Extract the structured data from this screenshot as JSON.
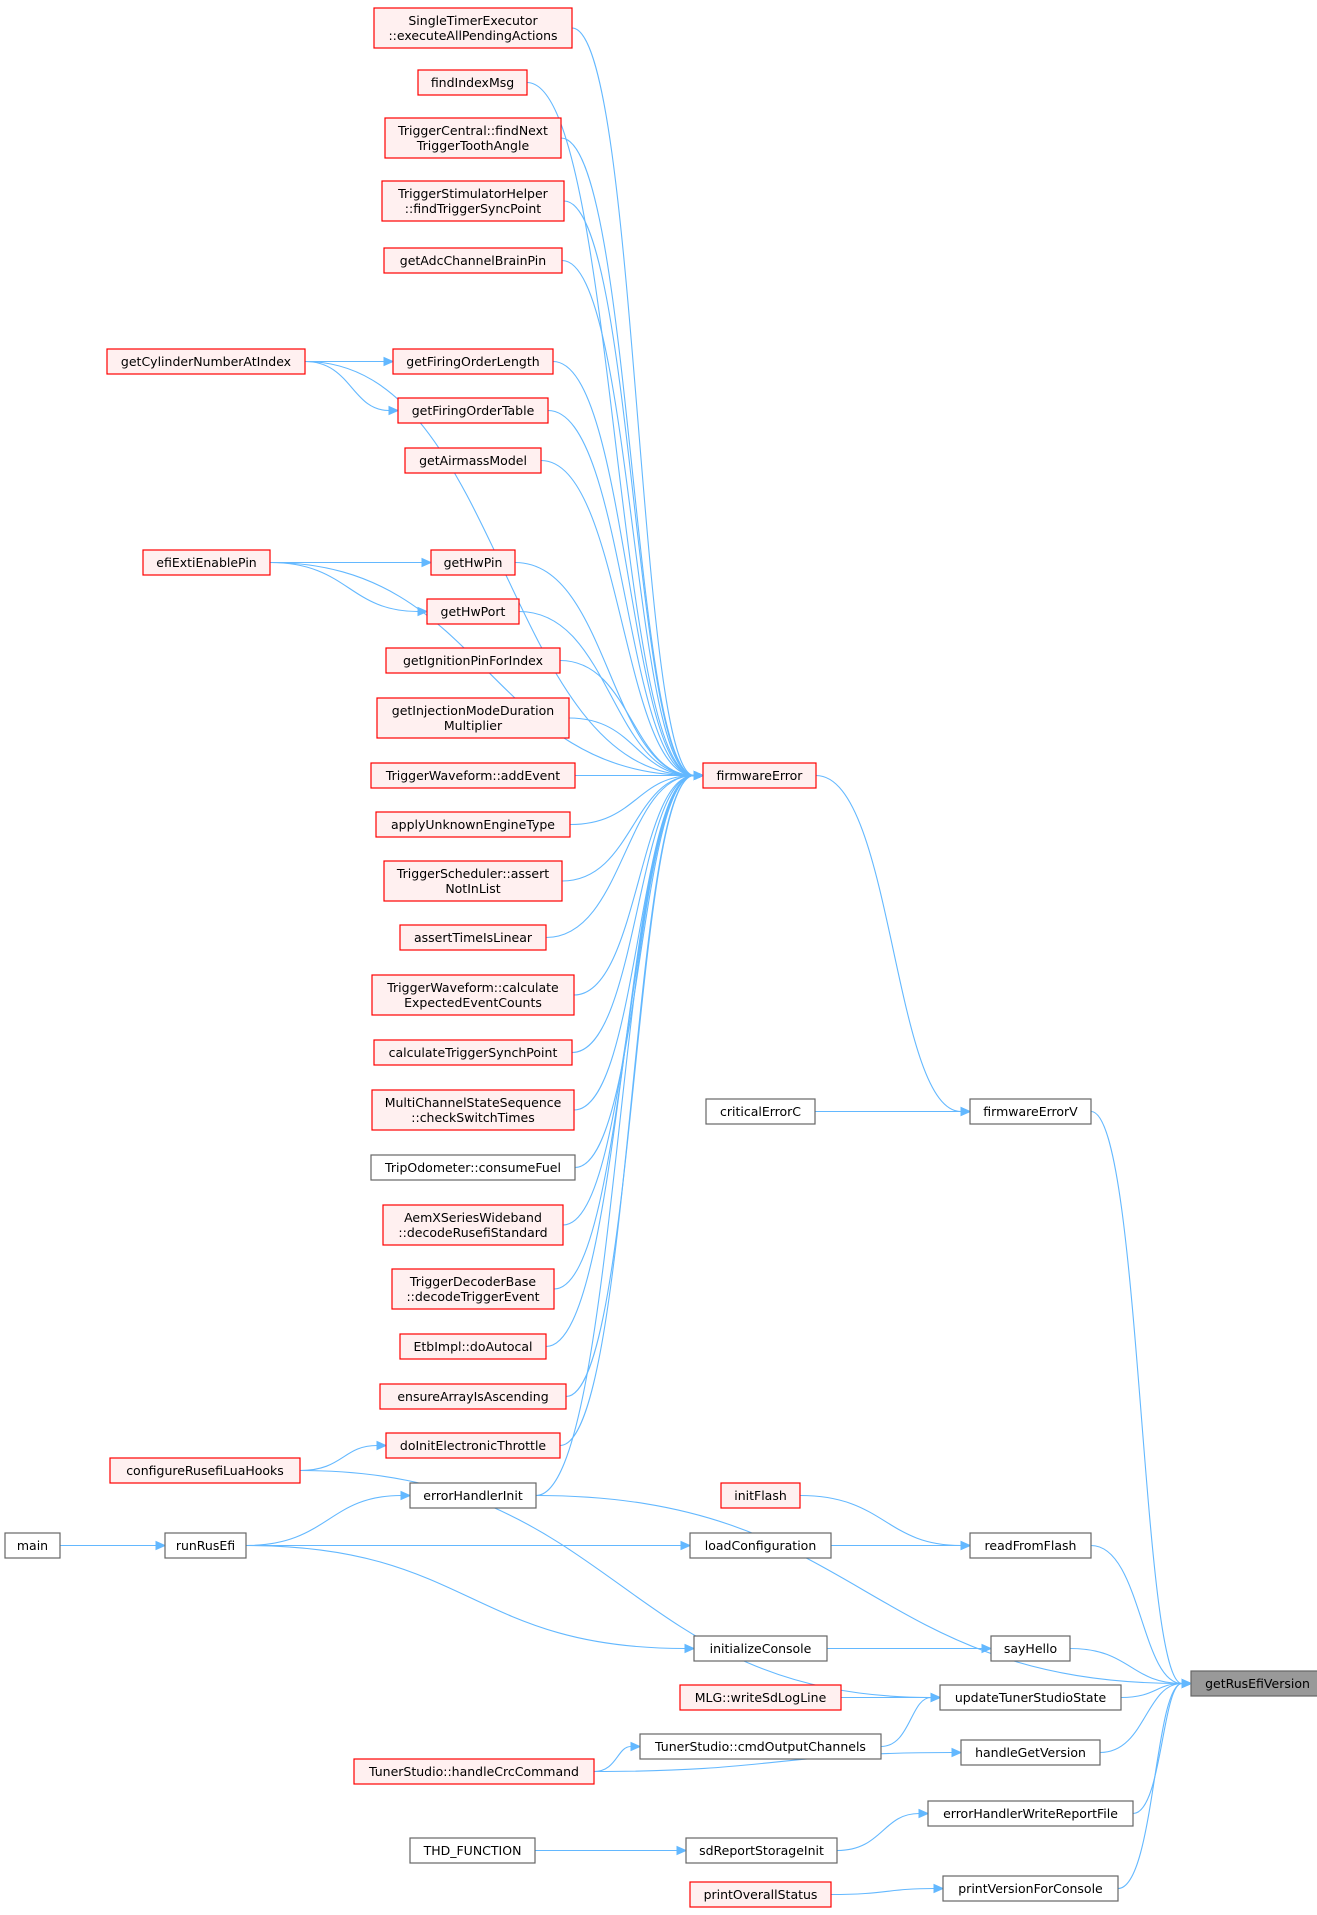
{
  "diagram": {
    "title": "",
    "colors": {
      "edge": "#63b8ff",
      "error_node_border": "#ff0000",
      "error_node_fill": "#fff0f0",
      "plain_node_border": "#666666",
      "plain_node_fill": "#ffffff",
      "root_node_fill": "#999999"
    },
    "nodes": [
      {
        "id": "getRusEfiVersion",
        "lines": [
          "getRusEfiVersion"
        ],
        "style": "root"
      },
      {
        "id": "firmwareError",
        "lines": [
          "firmwareError"
        ],
        "style": "red"
      },
      {
        "id": "firmwareErrorV",
        "lines": [
          "firmwareErrorV"
        ],
        "style": "gray"
      },
      {
        "id": "criticalErrorC",
        "lines": [
          "criticalErrorC"
        ],
        "style": "gray"
      },
      {
        "id": "errorHandlerInit",
        "lines": [
          "errorHandlerInit"
        ],
        "style": "gray"
      },
      {
        "id": "readFromFlash",
        "lines": [
          "readFromFlash"
        ],
        "style": "gray"
      },
      {
        "id": "initFlash",
        "lines": [
          "initFlash"
        ],
        "style": "red"
      },
      {
        "id": "loadConfiguration",
        "lines": [
          "loadConfiguration"
        ],
        "style": "gray"
      },
      {
        "id": "runRusEfi",
        "lines": [
          "runRusEfi"
        ],
        "style": "gray"
      },
      {
        "id": "main",
        "lines": [
          "main"
        ],
        "style": "gray"
      },
      {
        "id": "sayHello",
        "lines": [
          "sayHello"
        ],
        "style": "gray"
      },
      {
        "id": "initializeConsole",
        "lines": [
          "initializeConsole"
        ],
        "style": "gray"
      },
      {
        "id": "updateTunerStudioState",
        "lines": [
          "updateTunerStudioState"
        ],
        "style": "gray"
      },
      {
        "id": "MLGwriteSdLogLine",
        "lines": [
          "MLG::writeSdLogLine"
        ],
        "style": "red"
      },
      {
        "id": "cmdOutputChannels",
        "lines": [
          "TunerStudio::cmdOutputChannels"
        ],
        "style": "gray"
      },
      {
        "id": "handleCrcCommand",
        "lines": [
          "TunerStudio::handleCrcCommand"
        ],
        "style": "red"
      },
      {
        "id": "handleGetVersion",
        "lines": [
          "handleGetVersion"
        ],
        "style": "gray"
      },
      {
        "id": "errorHandlerWriteReportFile",
        "lines": [
          "errorHandlerWriteReportFile"
        ],
        "style": "gray"
      },
      {
        "id": "sdReportStorageInit",
        "lines": [
          "sdReportStorageInit"
        ],
        "style": "gray"
      },
      {
        "id": "THD_FUNCTION",
        "lines": [
          "THD_FUNCTION"
        ],
        "style": "gray"
      },
      {
        "id": "printVersionForConsole",
        "lines": [
          "printVersionForConsole"
        ],
        "style": "gray"
      },
      {
        "id": "printOverallStatus",
        "lines": [
          "printOverallStatus"
        ],
        "style": "red"
      },
      {
        "id": "executeAllPendingActions",
        "lines": [
          "SingleTimerExecutor",
          "::executeAllPendingActions"
        ],
        "style": "red"
      },
      {
        "id": "findIndexMsg",
        "lines": [
          "findIndexMsg"
        ],
        "style": "red"
      },
      {
        "id": "findNextTriggerToothAngle",
        "lines": [
          "TriggerCentral::findNext",
          "TriggerToothAngle"
        ],
        "style": "red"
      },
      {
        "id": "findTriggerSyncPoint",
        "lines": [
          "TriggerStimulatorHelper",
          "::findTriggerSyncPoint"
        ],
        "style": "red"
      },
      {
        "id": "getAdcChannelBrainPin",
        "lines": [
          "getAdcChannelBrainPin"
        ],
        "style": "red"
      },
      {
        "id": "getCylinderNumberAtIndex",
        "lines": [
          "getCylinderNumberAtIndex"
        ],
        "style": "red"
      },
      {
        "id": "getFiringOrderLength",
        "lines": [
          "getFiringOrderLength"
        ],
        "style": "red"
      },
      {
        "id": "getFiringOrderTable",
        "lines": [
          "getFiringOrderTable"
        ],
        "style": "red"
      },
      {
        "id": "getAirmassModel",
        "lines": [
          "getAirmassModel"
        ],
        "style": "red"
      },
      {
        "id": "efiExtiEnablePin",
        "lines": [
          "efiExtiEnablePin"
        ],
        "style": "red"
      },
      {
        "id": "getHwPin",
        "lines": [
          "getHwPin"
        ],
        "style": "red"
      },
      {
        "id": "getHwPort",
        "lines": [
          "getHwPort"
        ],
        "style": "red"
      },
      {
        "id": "getIgnitionPinForIndex",
        "lines": [
          "getIgnitionPinForIndex"
        ],
        "style": "red"
      },
      {
        "id": "getInjectionModeDurationMultiplier",
        "lines": [
          "getInjectionModeDuration",
          "Multiplier"
        ],
        "style": "red"
      },
      {
        "id": "addEvent",
        "lines": [
          "TriggerWaveform::addEvent"
        ],
        "style": "red"
      },
      {
        "id": "applyUnknownEngineType",
        "lines": [
          "applyUnknownEngineType"
        ],
        "style": "red"
      },
      {
        "id": "assertNotInList",
        "lines": [
          "TriggerScheduler::assert",
          "NotInList"
        ],
        "style": "red"
      },
      {
        "id": "assertTimeIsLinear",
        "lines": [
          "assertTimeIsLinear"
        ],
        "style": "red"
      },
      {
        "id": "calculateExpectedEventCounts",
        "lines": [
          "TriggerWaveform::calculate",
          "ExpectedEventCounts"
        ],
        "style": "red"
      },
      {
        "id": "calculateTriggerSynchPoint",
        "lines": [
          "calculateTriggerSynchPoint"
        ],
        "style": "red"
      },
      {
        "id": "checkSwitchTimes",
        "lines": [
          "MultiChannelStateSequence",
          "::checkSwitchTimes"
        ],
        "style": "red"
      },
      {
        "id": "consumeFuel",
        "lines": [
          "TripOdometer::consumeFuel"
        ],
        "style": "gray"
      },
      {
        "id": "decodeRusefiStandard",
        "lines": [
          "AemXSeriesWideband",
          "::decodeRusefiStandard"
        ],
        "style": "red"
      },
      {
        "id": "decodeTriggerEvent",
        "lines": [
          "TriggerDecoderBase",
          "::decodeTriggerEvent"
        ],
        "style": "red"
      },
      {
        "id": "doAutocal",
        "lines": [
          "EtbImpl::doAutocal"
        ],
        "style": "red"
      },
      {
        "id": "ensureArrayIsAscending",
        "lines": [
          "ensureArrayIsAscending"
        ],
        "style": "red"
      },
      {
        "id": "doInitElectronicThrottle",
        "lines": [
          "doInitElectronicThrottle"
        ],
        "style": "red"
      },
      {
        "id": "configureRusefiLuaHooks",
        "lines": [
          "configureRusefiLuaHooks"
        ],
        "style": "red"
      }
    ],
    "edges": [
      {
        "from": "firmwareError",
        "to": "executeAllPendingActions"
      },
      {
        "from": "firmwareError",
        "to": "findIndexMsg"
      },
      {
        "from": "firmwareError",
        "to": "findNextTriggerToothAngle"
      },
      {
        "from": "firmwareError",
        "to": "findTriggerSyncPoint"
      },
      {
        "from": "firmwareError",
        "to": "getAdcChannelBrainPin"
      },
      {
        "from": "firmwareError",
        "to": "getCylinderNumberAtIndex"
      },
      {
        "from": "firmwareError",
        "to": "getFiringOrderLength"
      },
      {
        "from": "firmwareError",
        "to": "getFiringOrderTable"
      },
      {
        "from": "firmwareError",
        "to": "getAirmassModel"
      },
      {
        "from": "firmwareError",
        "to": "efiExtiEnablePin"
      },
      {
        "from": "firmwareError",
        "to": "getHwPin"
      },
      {
        "from": "firmwareError",
        "to": "getHwPort"
      },
      {
        "from": "firmwareError",
        "to": "getIgnitionPinForIndex"
      },
      {
        "from": "firmwareError",
        "to": "getInjectionModeDurationMultiplier"
      },
      {
        "from": "firmwareError",
        "to": "addEvent"
      },
      {
        "from": "firmwareError",
        "to": "applyUnknownEngineType"
      },
      {
        "from": "firmwareError",
        "to": "assertNotInList"
      },
      {
        "from": "firmwareError",
        "to": "assertTimeIsLinear"
      },
      {
        "from": "firmwareError",
        "to": "calculateExpectedEventCounts"
      },
      {
        "from": "firmwareError",
        "to": "calculateTriggerSynchPoint"
      },
      {
        "from": "firmwareError",
        "to": "checkSwitchTimes"
      },
      {
        "from": "firmwareError",
        "to": "consumeFuel"
      },
      {
        "from": "firmwareError",
        "to": "decodeRusefiStandard"
      },
      {
        "from": "firmwareError",
        "to": "decodeTriggerEvent"
      },
      {
        "from": "firmwareError",
        "to": "doAutocal"
      },
      {
        "from": "firmwareError",
        "to": "ensureArrayIsAscending"
      },
      {
        "from": "firmwareError",
        "to": "doInitElectronicThrottle"
      },
      {
        "from": "firmwareError",
        "to": "errorHandlerInit"
      },
      {
        "from": "getFiringOrderLength",
        "to": "getCylinderNumberAtIndex"
      },
      {
        "from": "getFiringOrderTable",
        "to": "getCylinderNumberAtIndex"
      },
      {
        "from": "getHwPin",
        "to": "efiExtiEnablePin"
      },
      {
        "from": "getHwPort",
        "to": "efiExtiEnablePin"
      },
      {
        "from": "doInitElectronicThrottle",
        "to": "configureRusefiLuaHooks"
      },
      {
        "from": "firmwareErrorV",
        "to": "firmwareError"
      },
      {
        "from": "firmwareErrorV",
        "to": "criticalErrorC"
      },
      {
        "from": "getRusEfiVersion",
        "to": "firmwareErrorV"
      },
      {
        "from": "getRusEfiVersion",
        "to": "errorHandlerInit"
      },
      {
        "from": "errorHandlerInit",
        "to": "runRusEfi"
      },
      {
        "from": "runRusEfi",
        "to": "main"
      },
      {
        "from": "getRusEfiVersion",
        "to": "readFromFlash"
      },
      {
        "from": "readFromFlash",
        "to": "initFlash"
      },
      {
        "from": "readFromFlash",
        "to": "loadConfiguration"
      },
      {
        "from": "loadConfiguration",
        "to": "runRusEfi"
      },
      {
        "from": "getRusEfiVersion",
        "to": "sayHello"
      },
      {
        "from": "sayHello",
        "to": "initializeConsole"
      },
      {
        "from": "initializeConsole",
        "to": "runRusEfi"
      },
      {
        "from": "getRusEfiVersion",
        "to": "updateTunerStudioState"
      },
      {
        "from": "updateTunerStudioState",
        "to": "configureRusefiLuaHooks"
      },
      {
        "from": "updateTunerStudioState",
        "to": "MLGwriteSdLogLine"
      },
      {
        "from": "updateTunerStudioState",
        "to": "cmdOutputChannels"
      },
      {
        "from": "cmdOutputChannels",
        "to": "handleCrcCommand"
      },
      {
        "from": "getRusEfiVersion",
        "to": "handleGetVersion"
      },
      {
        "from": "handleGetVersion",
        "to": "handleCrcCommand"
      },
      {
        "from": "getRusEfiVersion",
        "to": "errorHandlerWriteReportFile"
      },
      {
        "from": "errorHandlerWriteReportFile",
        "to": "sdReportStorageInit"
      },
      {
        "from": "sdReportStorageInit",
        "to": "THD_FUNCTION"
      },
      {
        "from": "getRusEfiVersion",
        "to": "printVersionForConsole"
      },
      {
        "from": "printVersionForConsole",
        "to": "printOverallStatus"
      }
    ]
  }
}
